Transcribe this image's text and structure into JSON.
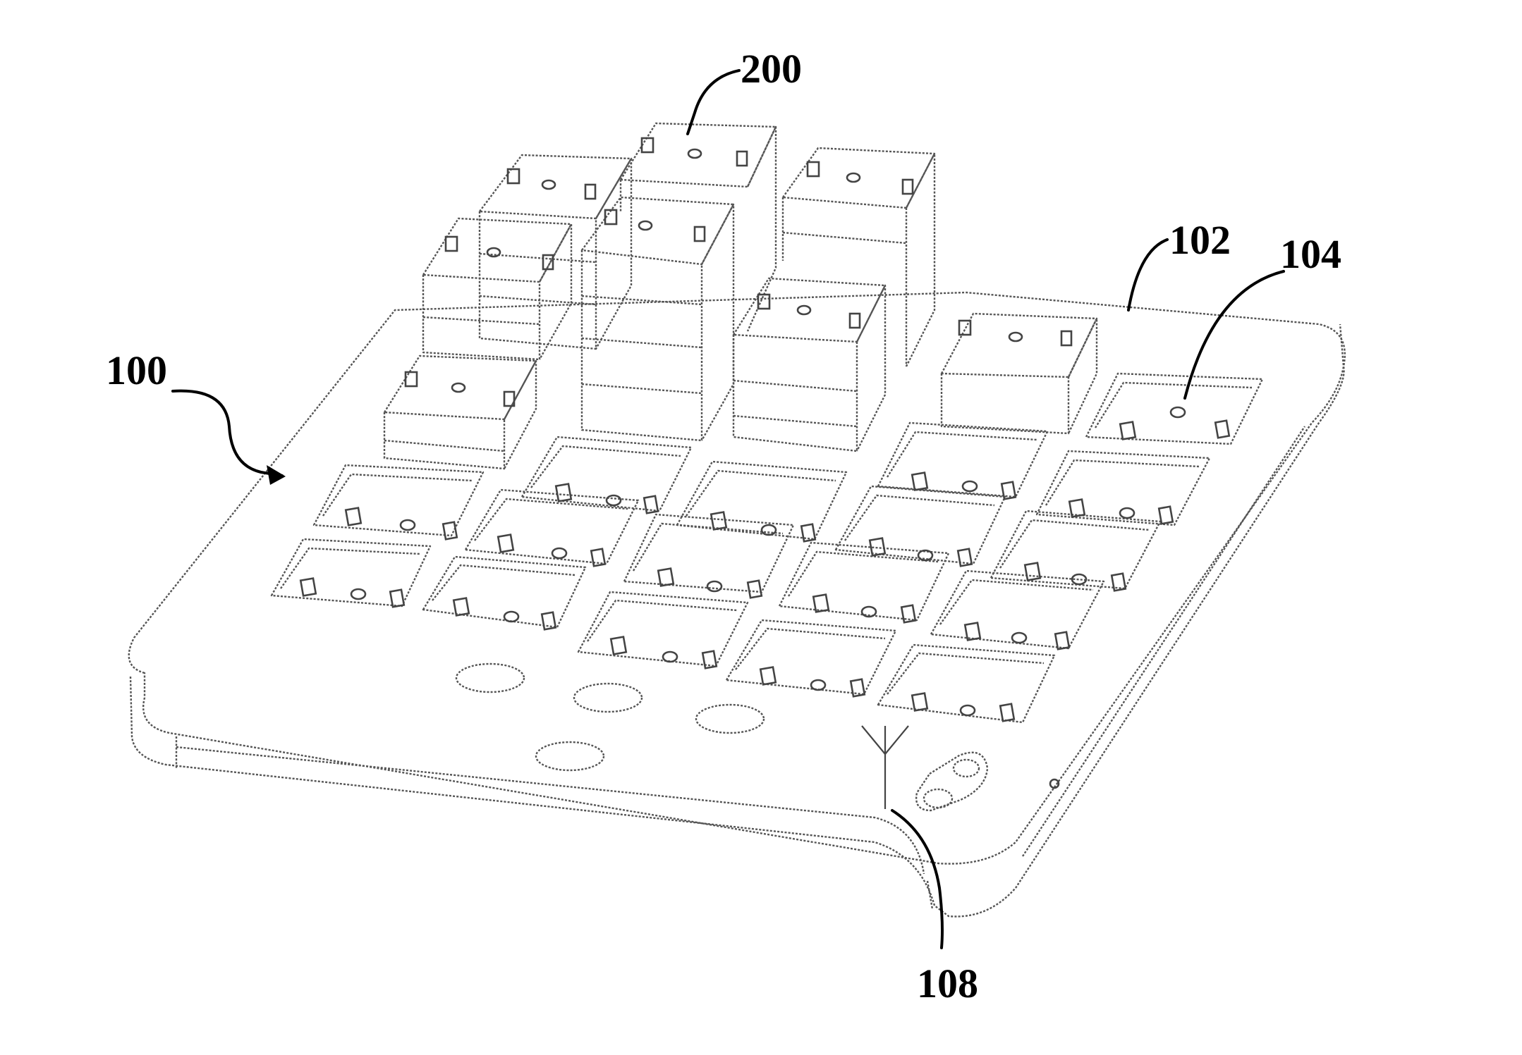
{
  "figure": {
    "labels": {
      "device": "100",
      "block": "200",
      "base": "102",
      "cavity": "104",
      "antenna": "108"
    }
  }
}
